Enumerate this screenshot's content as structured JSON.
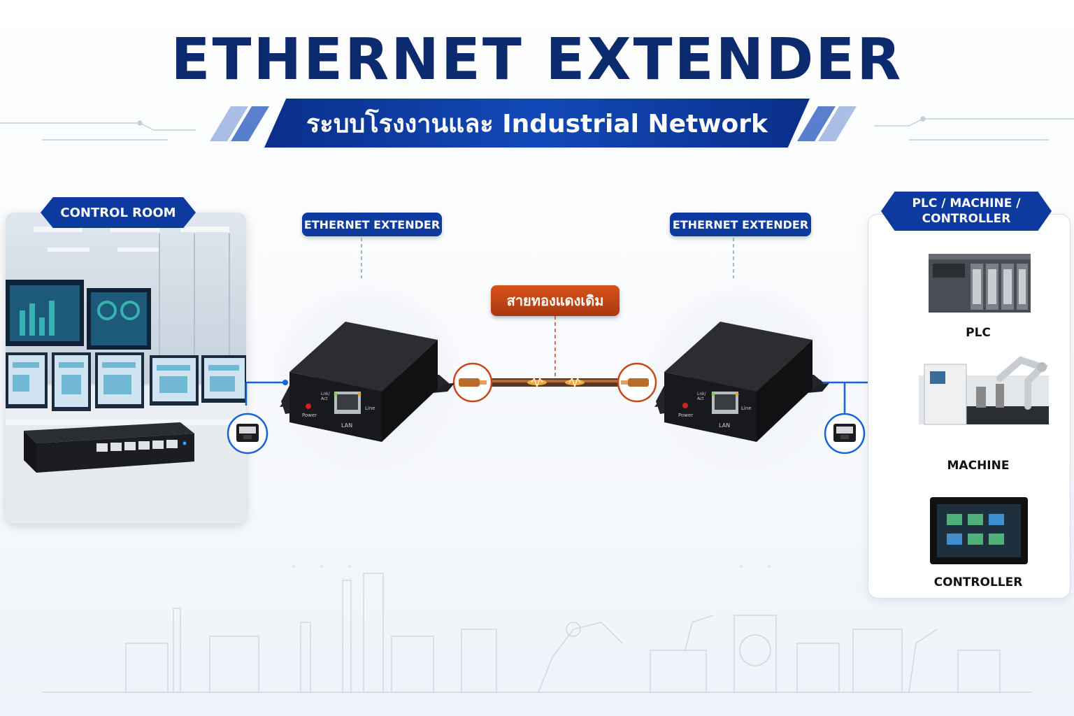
{
  "header": {
    "title": "ETHERNET EXTENDER",
    "subtitle": "ระบบโรงงานและ Industrial Network"
  },
  "left": {
    "label": "CONTROL ROOM"
  },
  "extenders": [
    {
      "label": "ETHERNET EXTENDER",
      "led_label": "Power",
      "port_label": "LAN",
      "line_label": "Line",
      "link_label": "Lnk/ Act"
    },
    {
      "label": "ETHERNET EXTENDER",
      "led_label": "Power",
      "port_label": "LAN",
      "line_label": "Line",
      "link_label": "Lnk/ Act"
    }
  ],
  "cable": {
    "label": "สายทองแดงเดิม"
  },
  "right": {
    "label": "PLC / MACHINE / CONTROLLER",
    "devices": [
      {
        "label": "PLC",
        "icon": "plc-icon"
      },
      {
        "label": "MACHINE",
        "icon": "machine-icon"
      },
      {
        "label": "CONTROLLER",
        "icon": "controller-icon"
      }
    ]
  },
  "colors": {
    "navy": "#0c2a6e",
    "accent_blue": "#0c3a9e",
    "line_blue": "#1565d8",
    "copper": "#c8461a"
  }
}
